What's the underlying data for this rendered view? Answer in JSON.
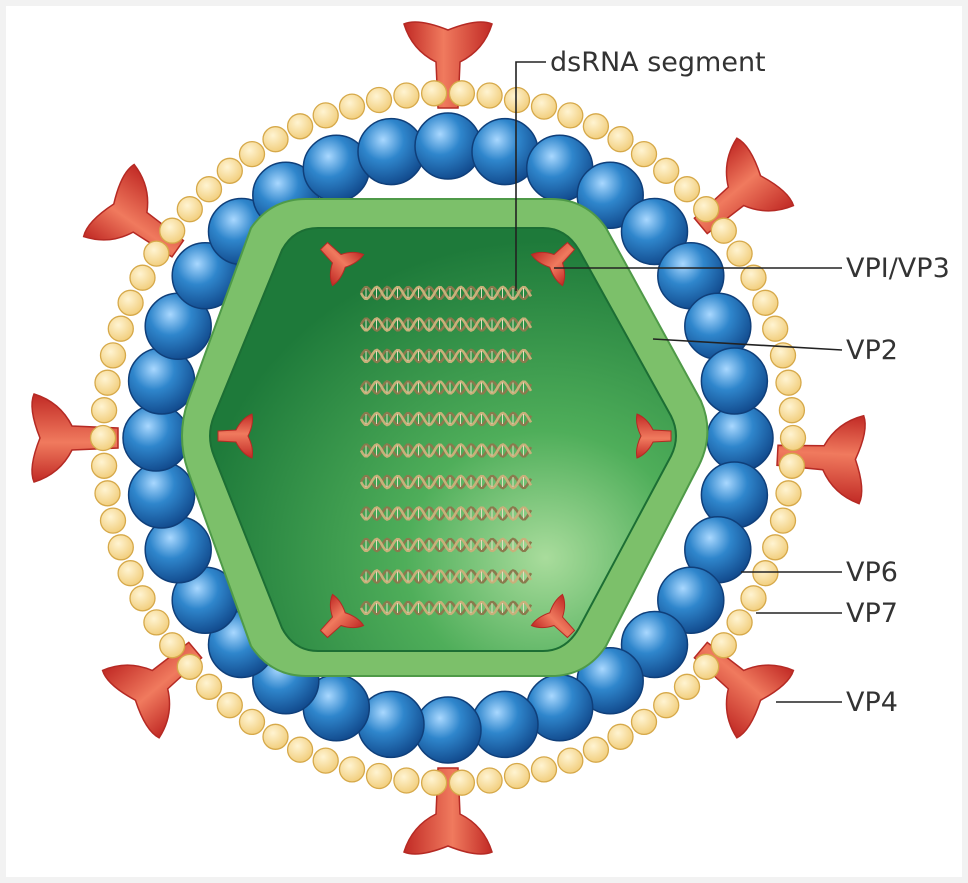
{
  "labels": {
    "dsrna": "dsRNA segment",
    "vp1_vp3": "VPI/VP3",
    "vp2": "VP2",
    "vp6": "VP6",
    "vp7": "VP7",
    "vp4": "VP4"
  },
  "colors": {
    "vp7_bead": "#f6d894",
    "vp7_stroke": "#d6a94a",
    "vp6_sphere": "#2f86cc",
    "vp6_dark": "#124b8e",
    "vp6_light": "#a9d8ff",
    "vp2_shell": "#7cc06a",
    "core": "#2c8d47",
    "spike": "#e0483e",
    "spike_dark": "#c12a25",
    "rna_a": "#c8b07a",
    "rna_b": "#8a7a4d",
    "leader": "#222222"
  }
}
